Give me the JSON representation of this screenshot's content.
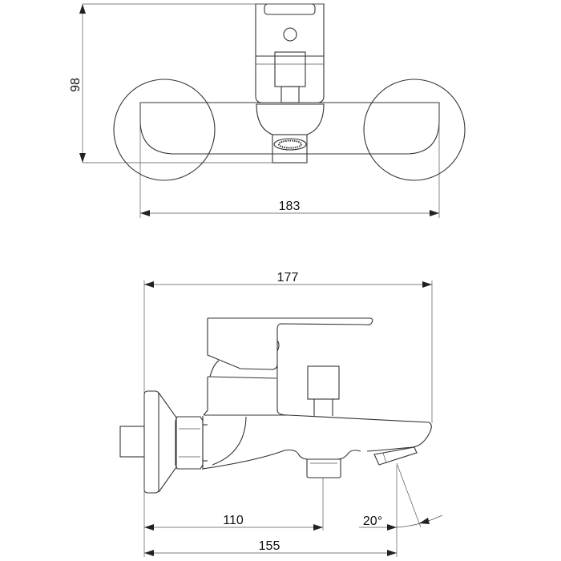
{
  "top_view": {
    "height_dimension": "98",
    "width_dimension": "183"
  },
  "side_view": {
    "overall_length_dimension": "177",
    "outlet_distance_dimension": "110",
    "spout_distance_dimension": "155",
    "spout_angle_dimension": "20°"
  },
  "colors": {
    "line": "#333333",
    "background": "#ffffff"
  }
}
